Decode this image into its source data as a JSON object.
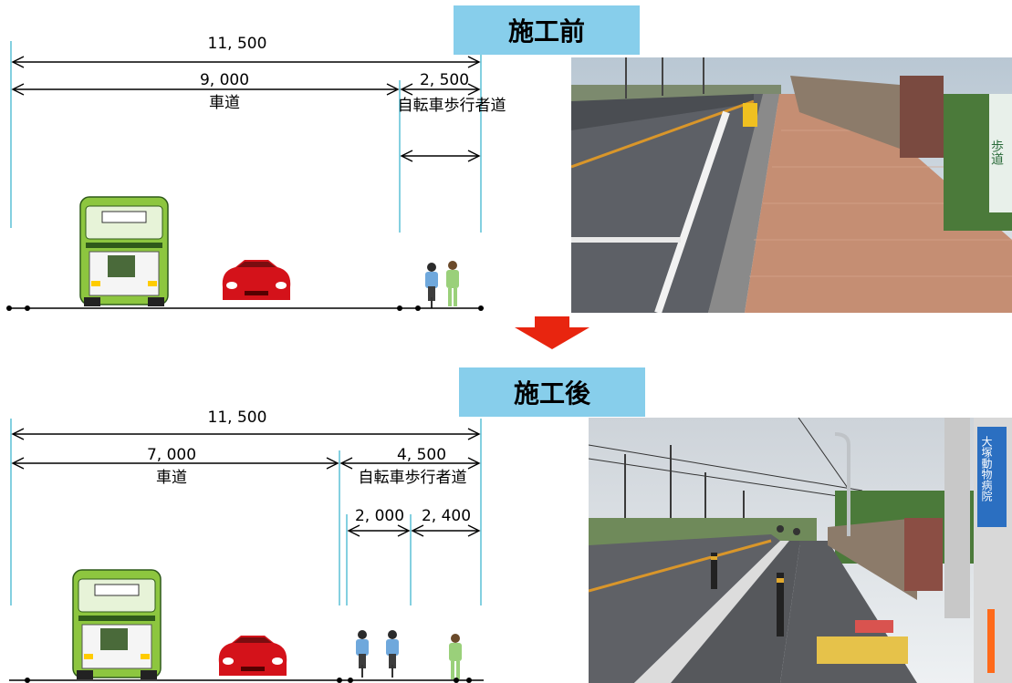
{
  "before": {
    "title": "施工前",
    "dims": {
      "total": "11, 500",
      "roadway_width": "9, 000",
      "roadway_label": "車道",
      "sidewalk_width": "2, 500",
      "sidewalk_label": "自転車歩行者道"
    }
  },
  "after": {
    "title": "施工後",
    "dims": {
      "total": "11, 500",
      "roadway_width": "7, 000",
      "roadway_label": "車道",
      "sidewalk_width": "4, 500",
      "sidewalk_label": "自転車歩行者道",
      "bike_lane_width": "2, 000",
      "ped_lane_width": "2, 400"
    }
  },
  "photo_before": {
    "sign_text": "歩道"
  },
  "photo_after": {
    "sign_text": "大塚動物病院"
  },
  "colors": {
    "title_bg": "#87CEEB",
    "guide_line": "#5bc0d6",
    "arrow": "#e8250f",
    "bus_green": "#8dc63f",
    "car_red": "#d4121a"
  }
}
